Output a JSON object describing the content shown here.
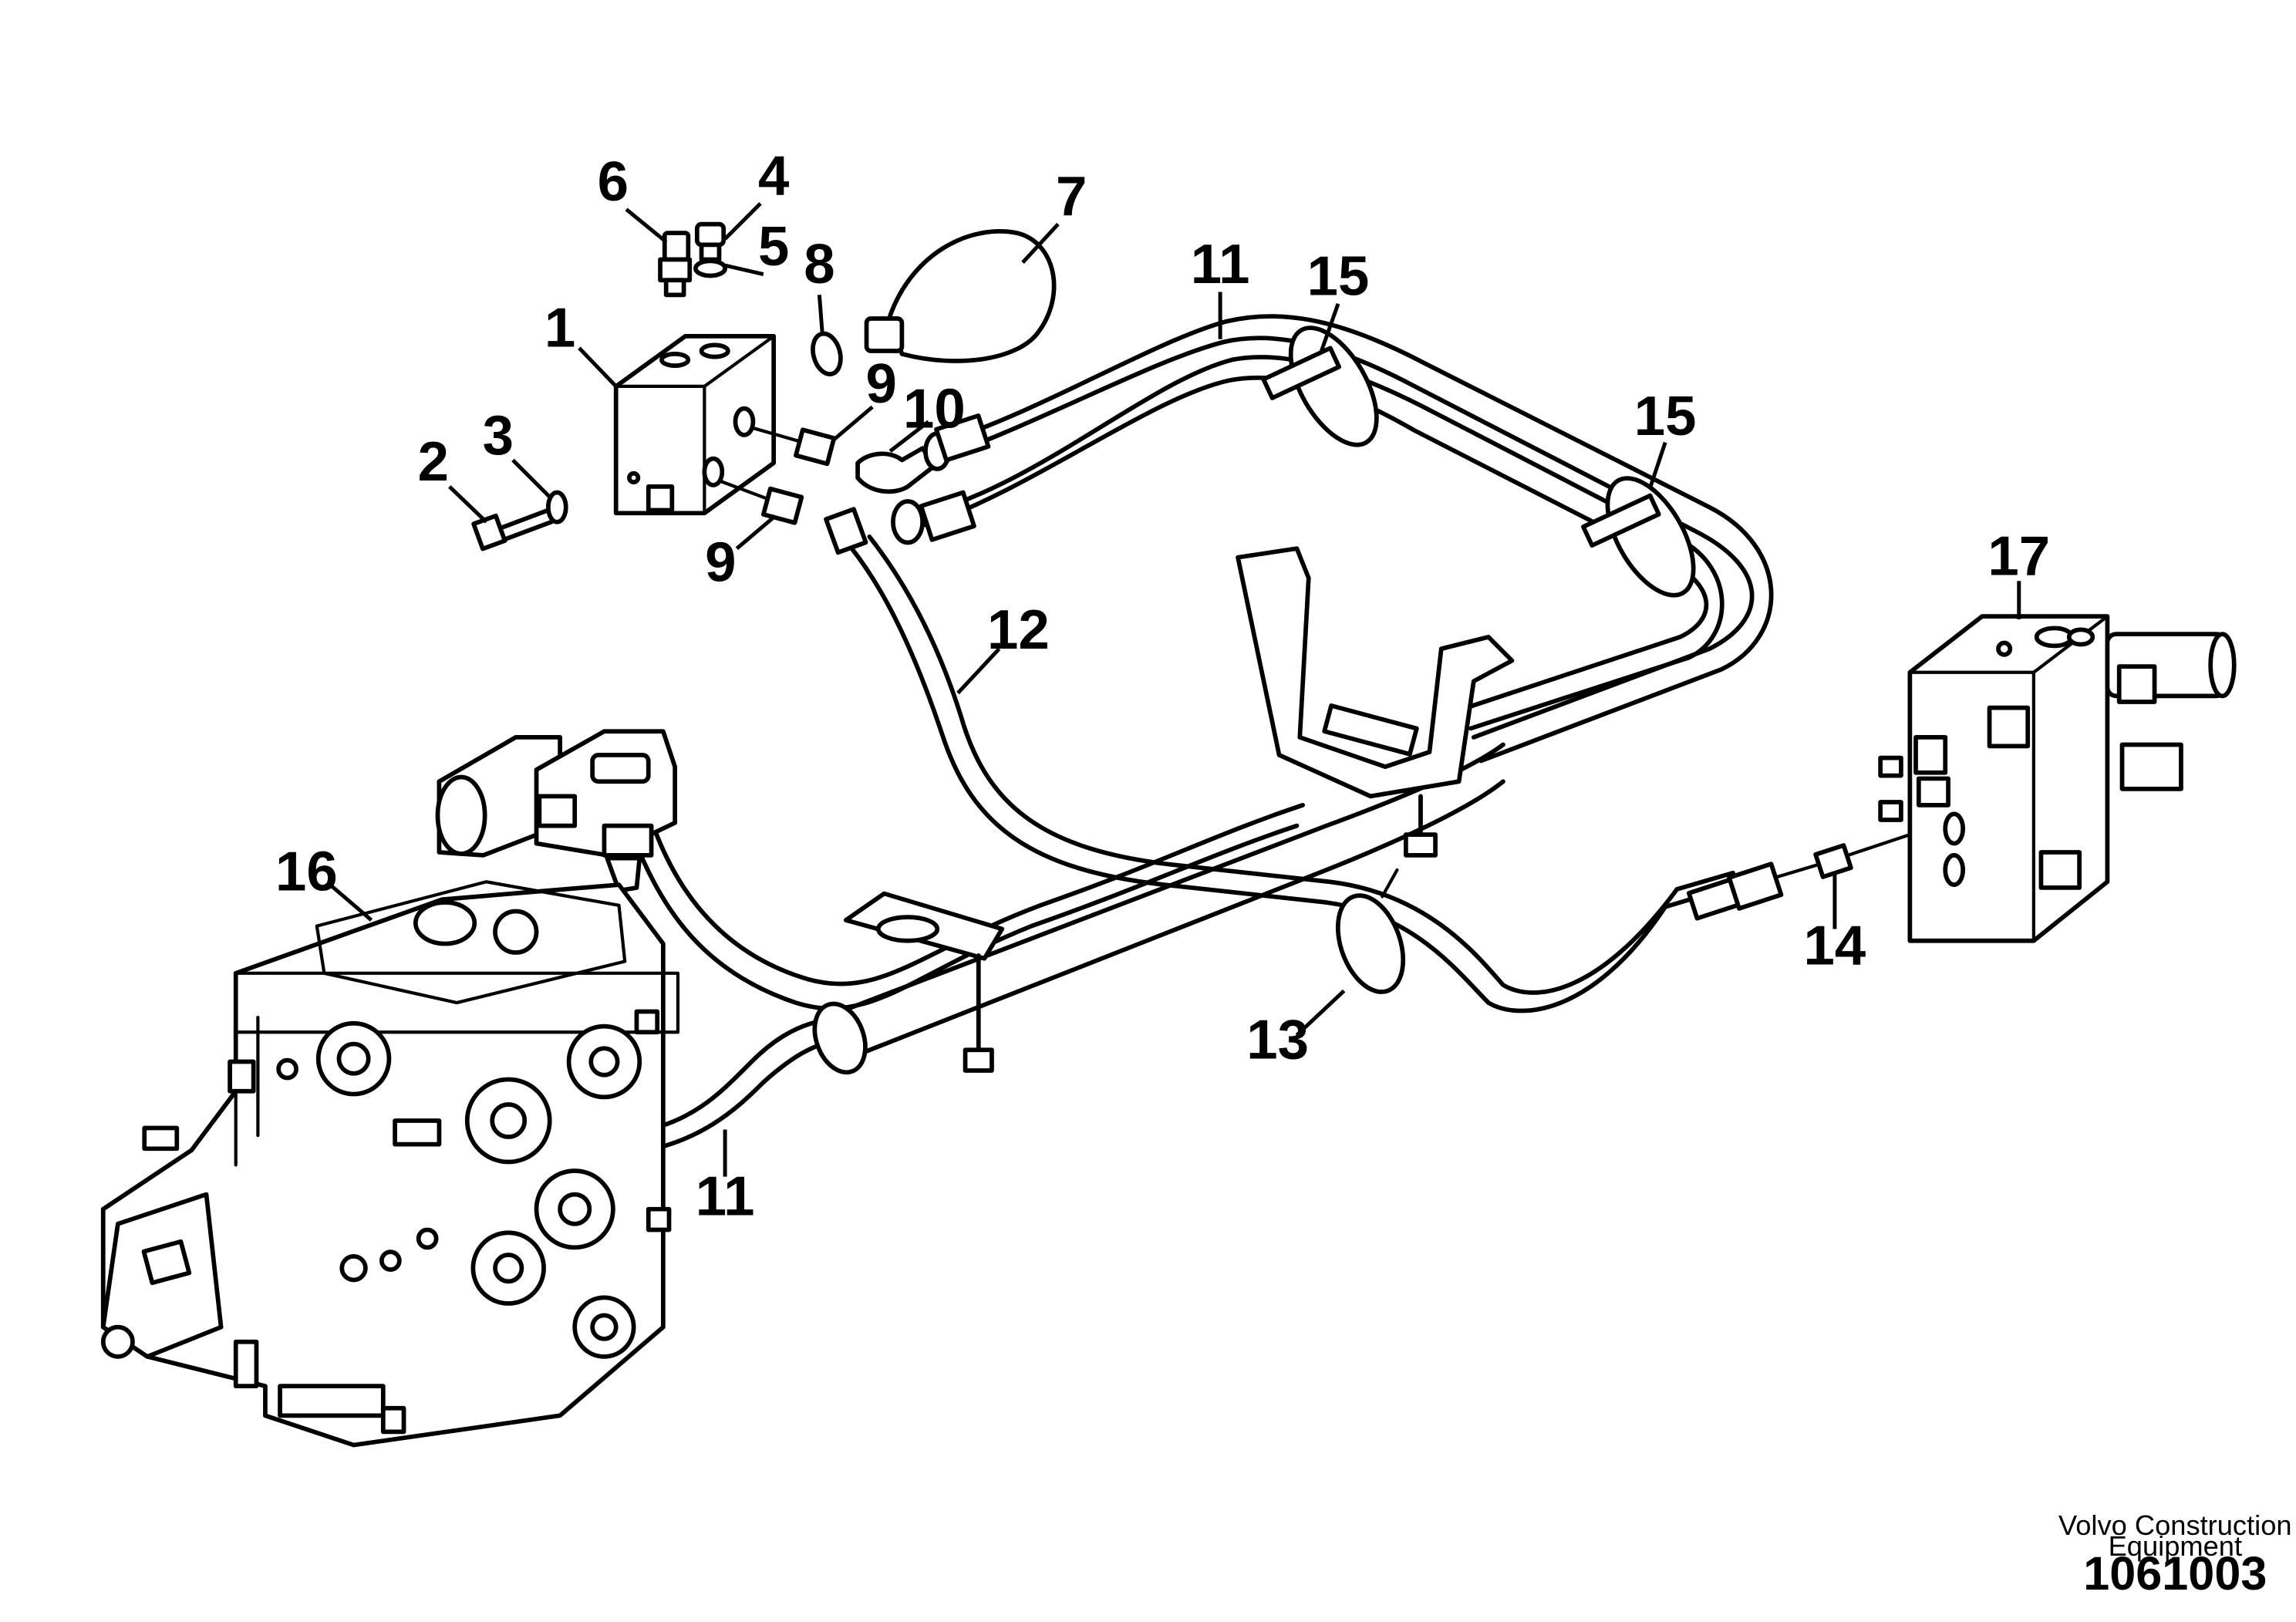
{
  "callouts": [
    {
      "id": "1",
      "text": "1"
    },
    {
      "id": "2",
      "text": "2"
    },
    {
      "id": "3",
      "text": "3"
    },
    {
      "id": "4",
      "text": "4"
    },
    {
      "id": "5",
      "text": "5"
    },
    {
      "id": "6",
      "text": "6"
    },
    {
      "id": "7",
      "text": "7"
    },
    {
      "id": "8",
      "text": "8"
    },
    {
      "id": "9a",
      "text": "9"
    },
    {
      "id": "9b",
      "text": "9"
    },
    {
      "id": "10",
      "text": "10"
    },
    {
      "id": "11a",
      "text": "11"
    },
    {
      "id": "11b",
      "text": "11"
    },
    {
      "id": "12",
      "text": "12"
    },
    {
      "id": "13",
      "text": "13"
    },
    {
      "id": "14",
      "text": "14"
    },
    {
      "id": "15a",
      "text": "15"
    },
    {
      "id": "15b",
      "text": "15"
    },
    {
      "id": "16",
      "text": "16"
    },
    {
      "id": "17",
      "text": "17"
    }
  ],
  "credit": {
    "line1": "Volvo Construction",
    "line2": "Equipment"
  },
  "doc_number": "1061003"
}
